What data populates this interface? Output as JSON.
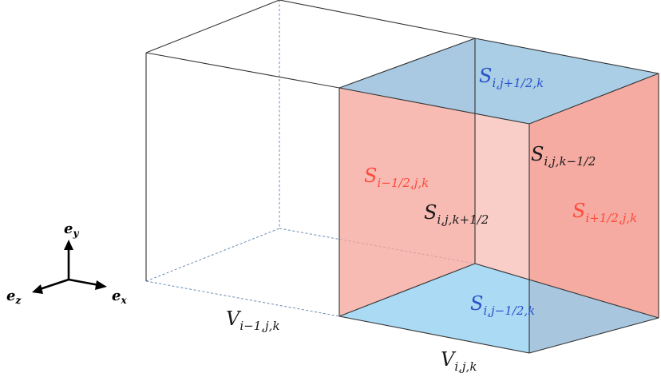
{
  "faces": {
    "s_left": {
      "base": "S",
      "sub": "i−1/2,j,k"
    },
    "s_right": {
      "base": "S",
      "sub": "i+1/2,j,k"
    },
    "s_top": {
      "base": "S",
      "sub": "i,j+1/2,k"
    },
    "s_bottom": {
      "base": "S",
      "sub": "i,j−1/2,k"
    },
    "s_back": {
      "base": "S",
      "sub": "i,j,k−1/2"
    },
    "s_front": {
      "base": "S",
      "sub": "i,j,k+1/2"
    }
  },
  "volumes": {
    "v_prev": {
      "base": "V",
      "sub": "i−1,j,k"
    },
    "v_curr": {
      "base": "V",
      "sub": "i,j,k"
    }
  },
  "axes": {
    "ey": {
      "base": "e",
      "sub": "y"
    },
    "ex": {
      "base": "e",
      "sub": "x"
    },
    "ez": {
      "base": "e",
      "sub": "z"
    }
  },
  "colors": {
    "x_faces": "#f4a49b",
    "y_faces": "#8ecdf0",
    "edges": "#333333",
    "blue_text": "#2a52c9",
    "red_text": "#ff4a3a"
  }
}
